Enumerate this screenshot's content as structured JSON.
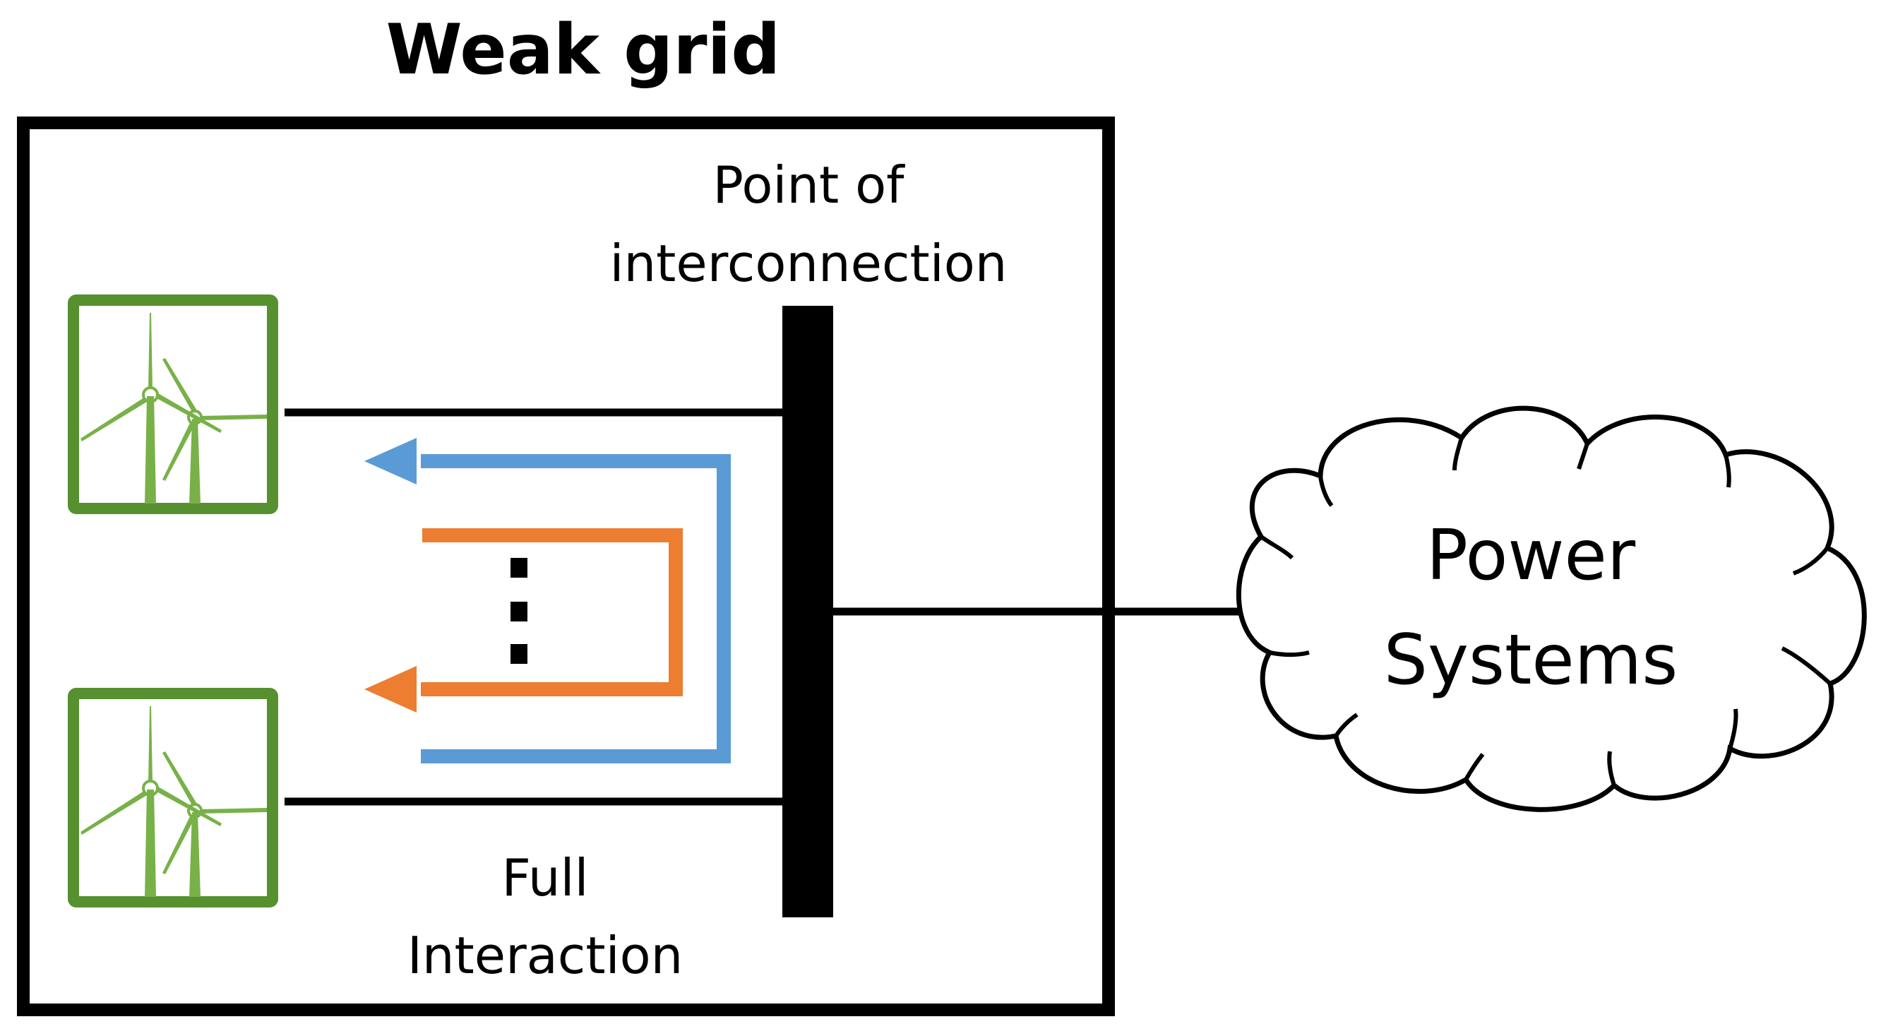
{
  "title": "Weak grid",
  "poi_label": {
    "line1": "Point of",
    "line2": "interconnection"
  },
  "interaction_label": {
    "line1": "Full",
    "line2": "Interaction"
  },
  "cloud_label": {
    "line1": "Power",
    "line2": "Systems"
  },
  "colors": {
    "turbine_green": "#56902f",
    "outer_arrow_blue": "#5b9bd5",
    "inner_arrow_orange": "#ed7d31",
    "line_black": "#000000"
  },
  "icons": {
    "wind_farm": "wind-turbine-icon",
    "cloud": "cloud-icon"
  }
}
